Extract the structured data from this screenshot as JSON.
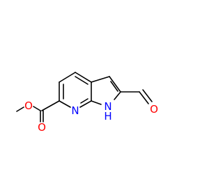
{
  "molecule": {
    "atoms": [
      {
        "id": "O_ether",
        "label": "O",
        "color": "#ff0000"
      },
      {
        "id": "O_carbonyl_ester",
        "label": "O",
        "color": "#ff0000"
      },
      {
        "id": "N_ring",
        "label": "N",
        "color": "#0000ff"
      },
      {
        "id": "NH_ring",
        "label": "H",
        "color": "#0000ff"
      },
      {
        "id": "N_pyrrole",
        "label": "N",
        "color": "#0000ff"
      },
      {
        "id": "O_aldehyde",
        "label": "O",
        "color": "#ff0000"
      }
    ],
    "bond_color": "#000000"
  }
}
